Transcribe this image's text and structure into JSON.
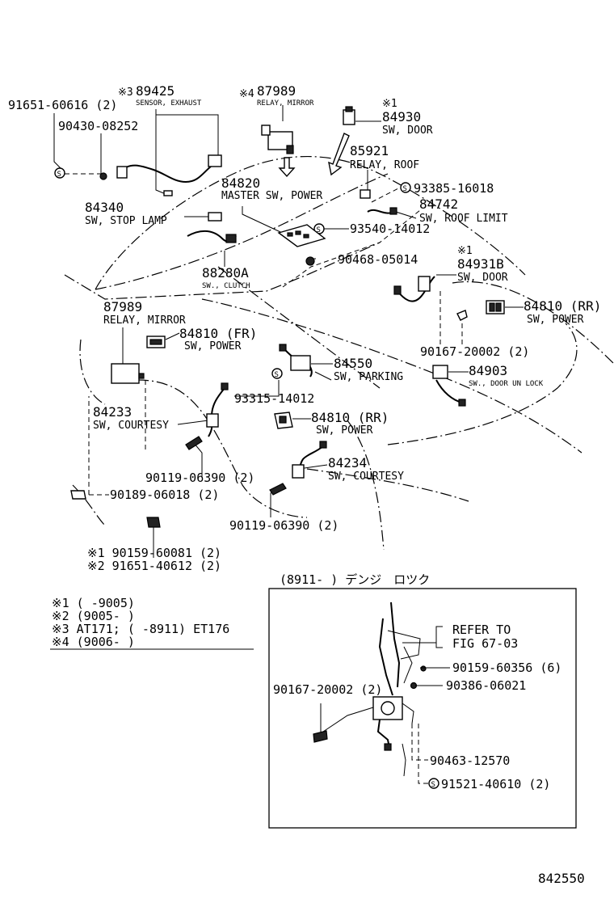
{
  "labels": {
    "p91651_60616": "91651-60616 (2)",
    "p90430_08252": "90430-08252",
    "p89425_mark": "※3",
    "p89425": "89425",
    "p89425_name": "SENSOR, EXHAUST",
    "p87989_top_mark": "※4",
    "p87989_top": "87989",
    "p87989_top_name": "RELAY, MIRROR",
    "p84930_mark": "※1",
    "p84930": "84930",
    "p84930_name": "SW, DOOR",
    "p85921": "85921",
    "p85921_name": "RELAY, ROOF",
    "p93385_16018": "93385-16018",
    "p84820": "84820",
    "p84820_name": "MASTER SW, POWER",
    "p84742": "84742",
    "p84742_name": "SW, ROOF LIMIT",
    "p84340": "84340",
    "p84340_name": "SW, STOP LAMP",
    "p93540_14012": "93540-14012",
    "p90468_05014": "90468-05014",
    "p84931b_mark": "※1",
    "p84931b": "84931B",
    "p84931b_name": "SW, DOOR",
    "p88280a": "88280A",
    "p88280a_name": "SW., CLUTCH",
    "p84810_rr_top": "84810 (RR)",
    "p84810_rr_top_name": "SW, POWER",
    "p87989_mid": "87989",
    "p87989_mid_name": "RELAY, MIRROR",
    "p84810_fr": "84810 (FR)",
    "p84810_fr_name": "SW, POWER",
    "p90167_20002_top": "90167-20002 (2)",
    "p84550": "84550",
    "p84550_name": "SW, PARKING",
    "p84903": "84903",
    "p84903_name": "SW., DOOR UN LOCK",
    "p93315_14012": "93315-14012",
    "p84233": "84233",
    "p84233_name": "SW, COURTESY",
    "p84810_rr_mid": "84810 (RR)",
    "p84810_rr_mid_name": "SW, POWER",
    "p90119_06390_a": "90119-06390 (2)",
    "p84234": "84234",
    "p84234_name": "SW, COURTESY",
    "p90189_06018": "90189-06018 (2)",
    "p90119_06390_b": "90119-06390 (2)",
    "p90159_60081": "※1 90159-60081 (2)",
    "p91651_40612": "※2 91651-40612 (2)"
  },
  "notes": [
    "※1 (     -9005)",
    "※2 (9005-     )",
    "※3 AT171; (     -8911) ET176",
    "※4 (9006-     )"
  ],
  "inset": {
    "title": "(8911-      ) デンジ　ロツク",
    "refer_line1": "REFER TO",
    "refer_line2": "FIG 67-03",
    "p90159_60356": "90159-60356 (6)",
    "p90386_06021": "90386-06021",
    "p90167_20002": "90167-20002 (2)",
    "p90463_12570": "90463-12570",
    "p91521_40610": "91521-40610 (2)"
  },
  "fig_number": "842550",
  "icons": {
    "washer_marker_glyph": "S"
  }
}
